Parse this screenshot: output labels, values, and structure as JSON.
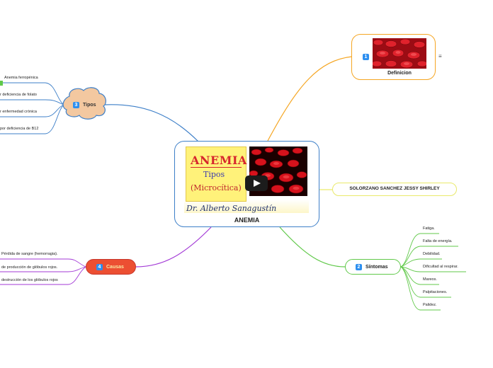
{
  "central": {
    "thumbnail_title": "ANEMIA",
    "thumbnail_subtitle": "Tipos",
    "thumbnail_type": "(Microcítica)",
    "thumbnail_author": "Dr. Alberto Sanagustín",
    "label": "ANEMIA",
    "play_icon": "play-icon"
  },
  "topics": {
    "definicion": {
      "number": "1",
      "label": "Definicion",
      "note_icon": "≡"
    },
    "sintomas": {
      "number": "2",
      "label": "Síntomas",
      "children": [
        "Fatiga.",
        "Falta de energía.",
        "Debilidad.",
        "Dificultad al respirar.",
        "Mareos.",
        "Palpitaciones.",
        "Palidez."
      ]
    },
    "tipos": {
      "number": "3",
      "label": "Tipos",
      "children": [
        "Anemia ferropénica",
        "r deficiencia de folato",
        "r enfermedad crónica",
        "por deficiencia de B12"
      ]
    },
    "causas": {
      "number": "4",
      "label": "Causas",
      "children": [
        "Pérdida de sangre (hemorragia).",
        "de producción de glóbulos rojos.",
        "destrucción de los glóbulos rojos"
      ]
    },
    "autor": {
      "label": "SOLORZANO SANCHEZ JESSY SHIRLEY"
    }
  },
  "colors": {
    "central_border": "#3d7fc8",
    "definicion": "#f5a623",
    "sintomas": "#61c94a",
    "tipos": "#3d7fc8",
    "causas": "#ec4f32",
    "causas_branch": "#a33ad6",
    "autor": "#e9e96a",
    "number_badge": "#2d8ff0"
  }
}
